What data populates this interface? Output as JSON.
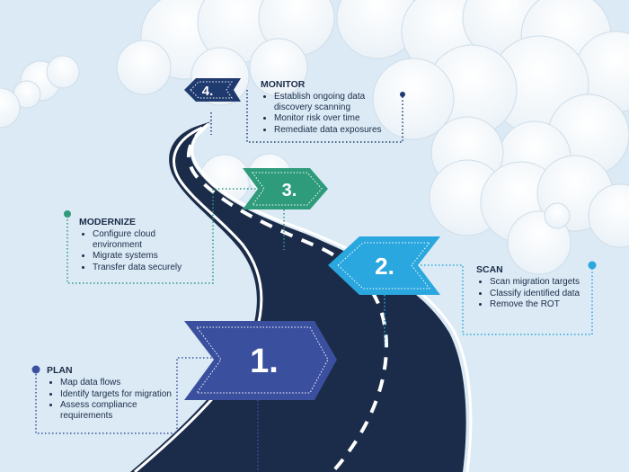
{
  "steps": [
    {
      "number": "4.",
      "title": "MONITOR",
      "items": [
        "Establish ongoing data discovery scanning",
        "Monitor risk over time",
        "Remediate data exposures"
      ],
      "color": "#1f3a6e"
    },
    {
      "number": "3.",
      "title": "MODERNIZE",
      "items": [
        "Configure cloud environment",
        "Migrate systems",
        "Transfer data securely"
      ],
      "color": "#2e9b7a"
    },
    {
      "number": "2.",
      "title": "SCAN",
      "items": [
        "Scan migration targets",
        "Classify identified data",
        "Remove the ROT"
      ],
      "color": "#2aa7de"
    },
    {
      "number": "1.",
      "title": "PLAN",
      "items": [
        "Map data flows",
        "Identify targets for migration",
        "Assess compliance requirements"
      ],
      "color": "#3a4f9e"
    }
  ],
  "colors": {
    "sky": "#dbeaf4",
    "cloud": "#ffffff",
    "road": "#1b2c4a"
  }
}
